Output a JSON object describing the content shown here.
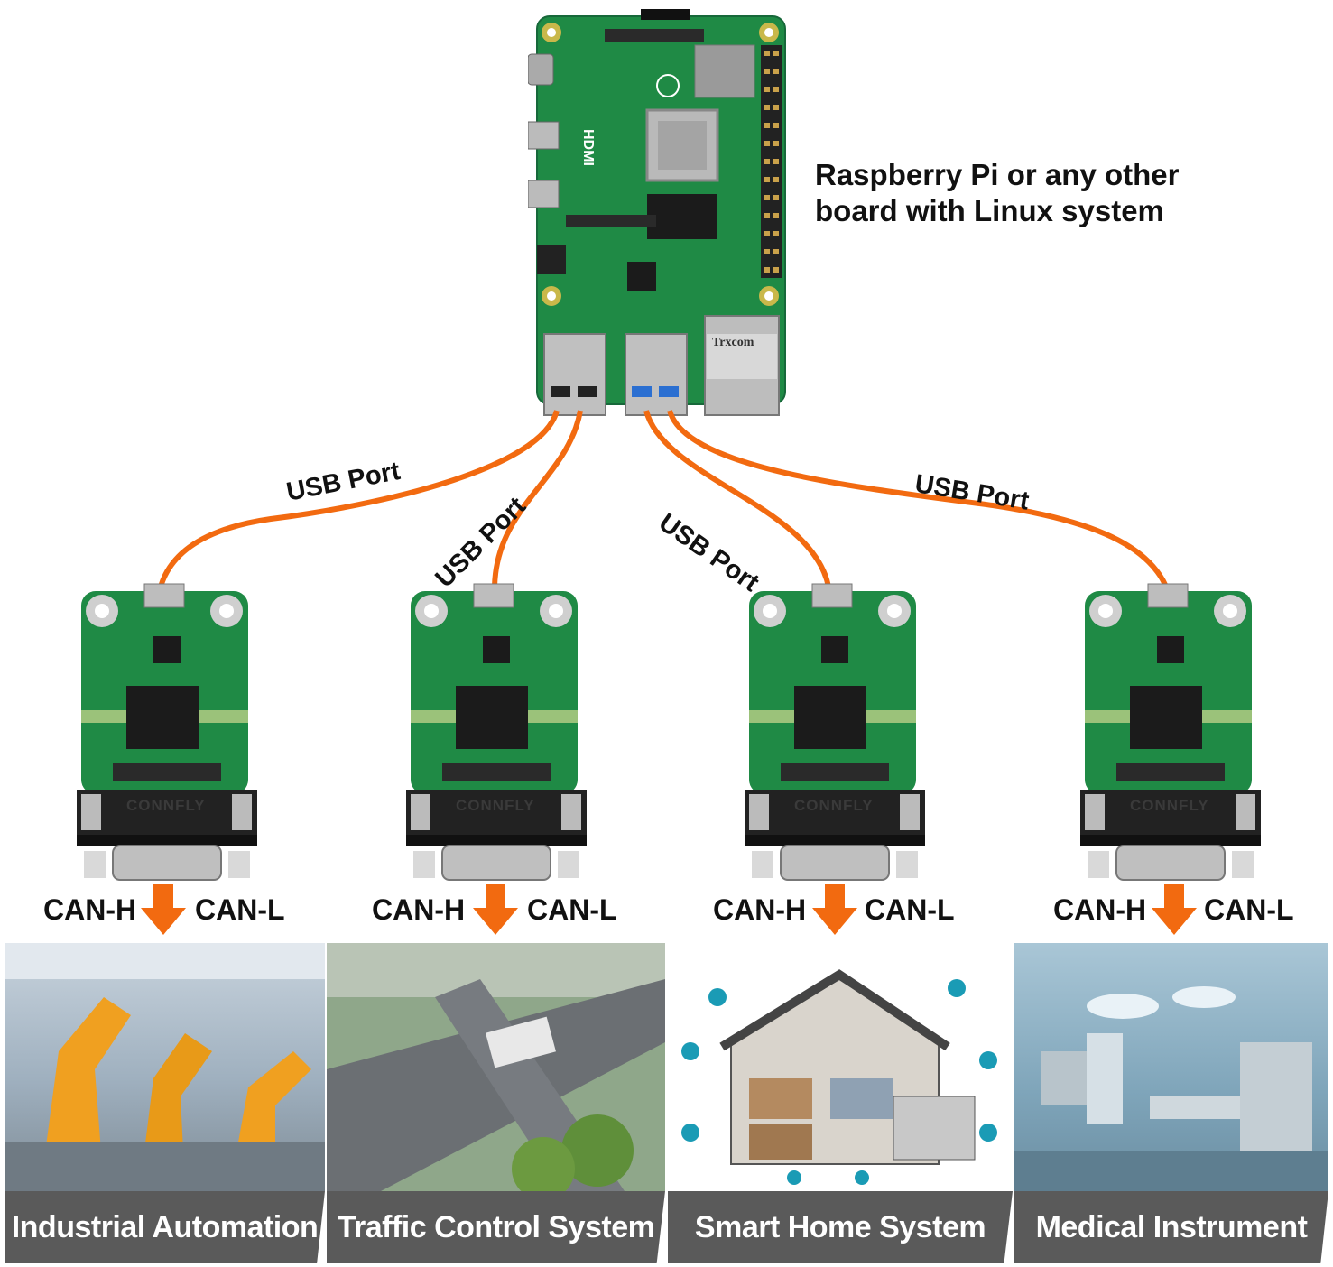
{
  "headline": {
    "line1": "Raspberry Pi or any other",
    "line2": "board with Linux system"
  },
  "board": {
    "usb_ports": [
      "USB Port",
      "USB Port",
      "USB Port",
      "USB Port"
    ],
    "ethernet_text": "Trxcom"
  },
  "modules": [
    {
      "brand": "CONNFLY",
      "can_h": "CAN-H",
      "can_l": "CAN-L"
    },
    {
      "brand": "CONNFLY",
      "can_h": "CAN-H",
      "can_l": "CAN-L"
    },
    {
      "brand": "CONNFLY",
      "can_h": "CAN-H",
      "can_l": "CAN-L"
    },
    {
      "brand": "CONNFLY",
      "can_h": "CAN-H",
      "can_l": "CAN-L"
    }
  ],
  "applications": [
    {
      "caption": "Industrial Automation"
    },
    {
      "caption": "Traffic Control System"
    },
    {
      "caption": "Smart Home System"
    },
    {
      "caption": "Medical Instrument"
    }
  ],
  "colors": {
    "cable": "#f26a10",
    "pcb": "#1f8a45",
    "arrow": "#f26a10",
    "caption_bg": "#5a5a5a"
  }
}
